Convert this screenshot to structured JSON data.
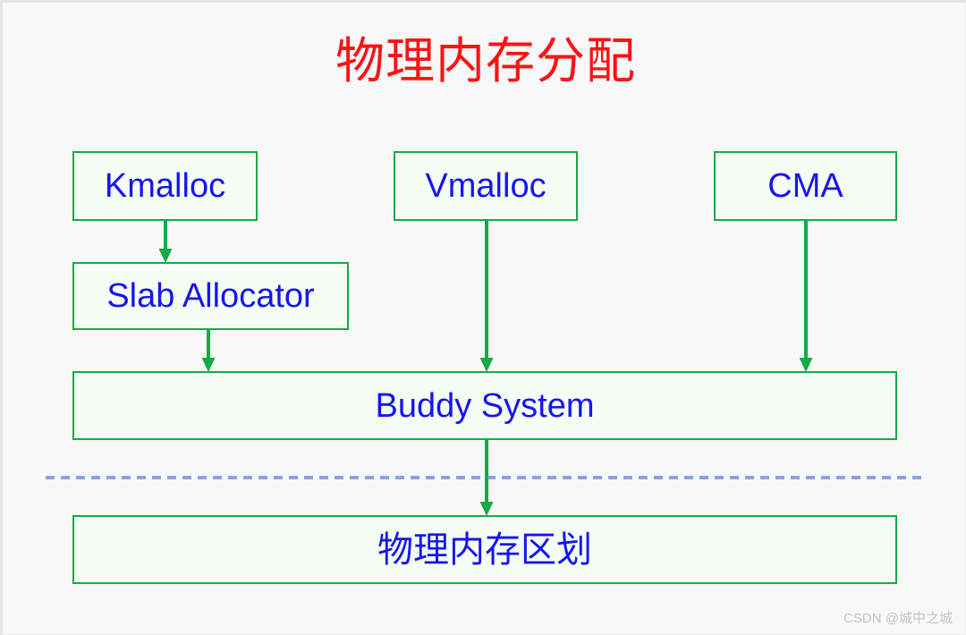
{
  "page": {
    "title": "物理内存分配",
    "background_color": "#f8f8f8",
    "title_color": "#ff0000",
    "box_border_color": "#14aa46",
    "box_fill_color": "#f5fdf5",
    "box_text_color": "#1515f0",
    "arrow_color": "#14aa46",
    "separator_color": "#8fa0dc"
  },
  "nodes": {
    "kmalloc": {
      "label": "Kmalloc"
    },
    "vmalloc": {
      "label": "Vmalloc"
    },
    "cma": {
      "label": "CMA"
    },
    "slab": {
      "label": "Slab Allocator"
    },
    "buddy": {
      "label": "Buddy System"
    },
    "zone": {
      "label": "物理内存区划"
    }
  },
  "edges": [
    {
      "from": "kmalloc",
      "to": "slab"
    },
    {
      "from": "slab",
      "to": "buddy"
    },
    {
      "from": "vmalloc",
      "to": "buddy"
    },
    {
      "from": "cma",
      "to": "buddy"
    },
    {
      "from": "buddy",
      "to": "zone"
    }
  ],
  "separator": {
    "style": "dashed",
    "orientation": "horizontal"
  },
  "watermark": {
    "text": "CSDN @城中之城"
  }
}
